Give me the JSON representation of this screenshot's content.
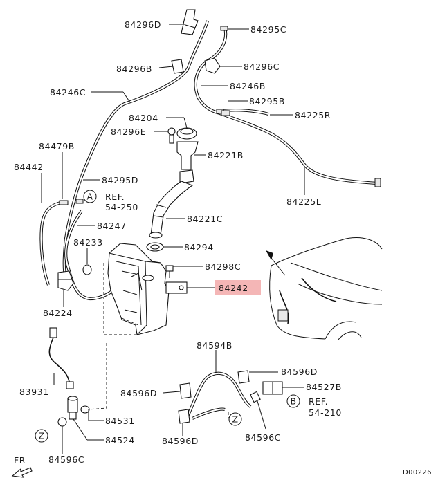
{
  "diagram_id": "D00226",
  "front_marker": "FR",
  "highlight_color": "#f4b6b6",
  "highlighted_part": "84242",
  "labels": {
    "p84296D": "84296D",
    "p84295C_top": "84295C",
    "p84296B": "84296B",
    "p84296C": "84296C",
    "p84246C": "84246C",
    "p84246B": "84246B",
    "p84295B": "84295B",
    "p84225R": "84225R",
    "p84204": "84204",
    "p84296E": "84296E",
    "p84221B": "84221B",
    "p84479B": "84479B",
    "p84442": "84442",
    "p84295D": "84295D",
    "p84225L": "84225L",
    "p84221C": "84221C",
    "p84247": "84247",
    "p84233": "84233",
    "p84294": "84294",
    "p84298C": "84298C",
    "p84242": "84242",
    "p84224": "84224",
    "p83931": "83931",
    "p84594B": "84594B",
    "p84596D_r": "84596D",
    "p84527B": "84527B",
    "p84596D_l": "84596D",
    "p84531": "84531",
    "p84524": "84524",
    "p84596D_b": "84596D",
    "p84596C_r": "84596C",
    "p84596C_b": "84596C"
  },
  "refs": {
    "a": {
      "letter": "A",
      "text": "REF.",
      "page": "54-250"
    },
    "b": {
      "letter": "B",
      "text": "REF.",
      "page": "54-210"
    },
    "z1": {
      "letter": "Z"
    },
    "z2": {
      "letter": "Z"
    }
  }
}
